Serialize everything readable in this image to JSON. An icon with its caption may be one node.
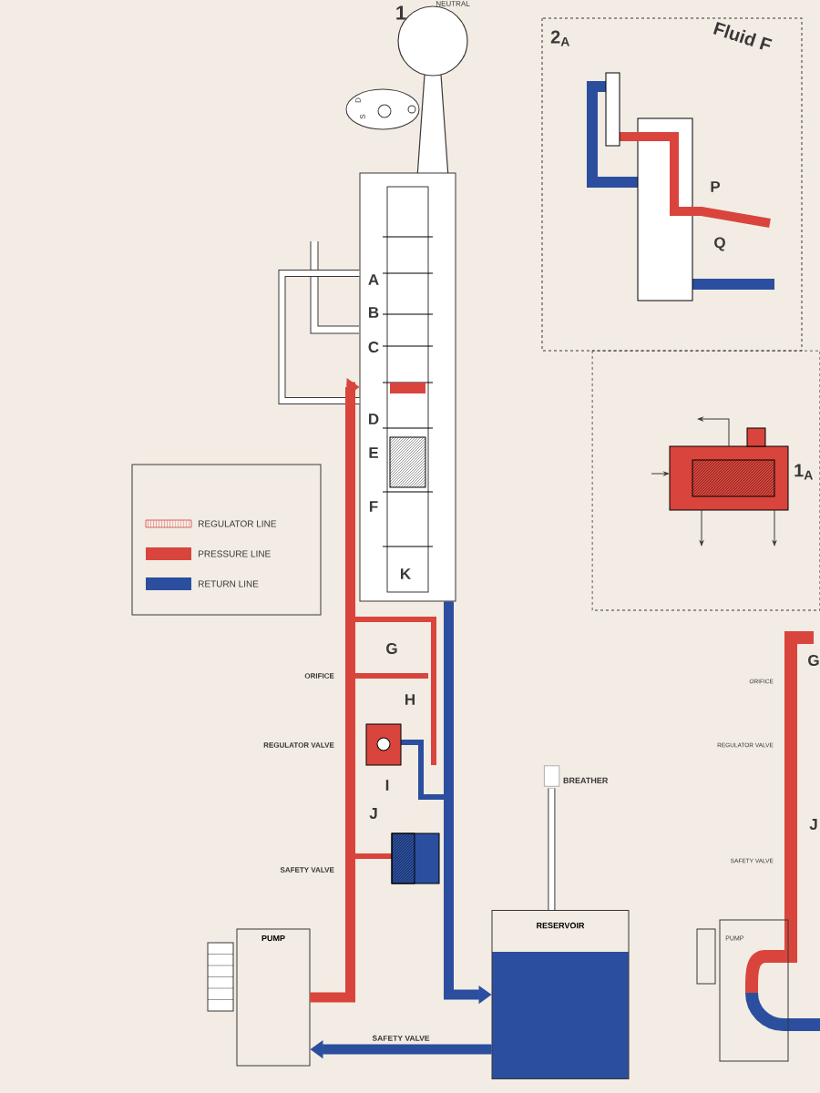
{
  "diagram": {
    "nodes": [
      {
        "text": [
          "PUMP"
        ]
      },
      {
        "text": [
          "RESERVOIR"
        ]
      },
      {
        "text": [
          "BREATHER"
        ]
      },
      {
        "text": [],
        "shape": "box"
      }
    ],
    "edges": [
      {
        "from": 3,
        "to": 3,
        "arrow": "none",
        "color": "#3c3737"
      },
      {
        "from": 0,
        "to": 3,
        "arrow": "to",
        "color": "#d9453c"
      },
      {
        "from": 3,
        "to": 1,
        "arrow": "to",
        "color": "#2b4f9e"
      },
      {
        "from": 1,
        "to": 0,
        "arrow": "to",
        "color": "#2b4f9e",
        "label": "SAFETY VALVE"
      },
      {
        "from": 2,
        "to": 1,
        "arrow": "none",
        "color": "#3c3737"
      }
    ],
    "labels": [
      "1",
      "NEUTRAL",
      "Fluid F",
      "2$_{A}$",
      "D",
      "S",
      "P",
      "Q",
      "1$_{A}$",
      "A",
      "B",
      "C",
      "D",
      "E",
      "F",
      "K",
      "G",
      "H",
      "I",
      "J",
      "ORIFICE",
      "REGULATOR VALVE",
      "SAFETY VALVE",
      "G",
      "ORIFICE",
      "REGULATOR VALVE",
      "J",
      "SAFETY VALVE",
      "PUMP"
    ],
    "legend": [
      {
        "text": "REGULATOR LINE"
      },
      {
        "text": "PRESSURE LINE",
        "color": "#d9453c"
      },
      {
        "text": "RETURN LINE",
        "color": "#2b4f9e"
      }
    ]
  }
}
